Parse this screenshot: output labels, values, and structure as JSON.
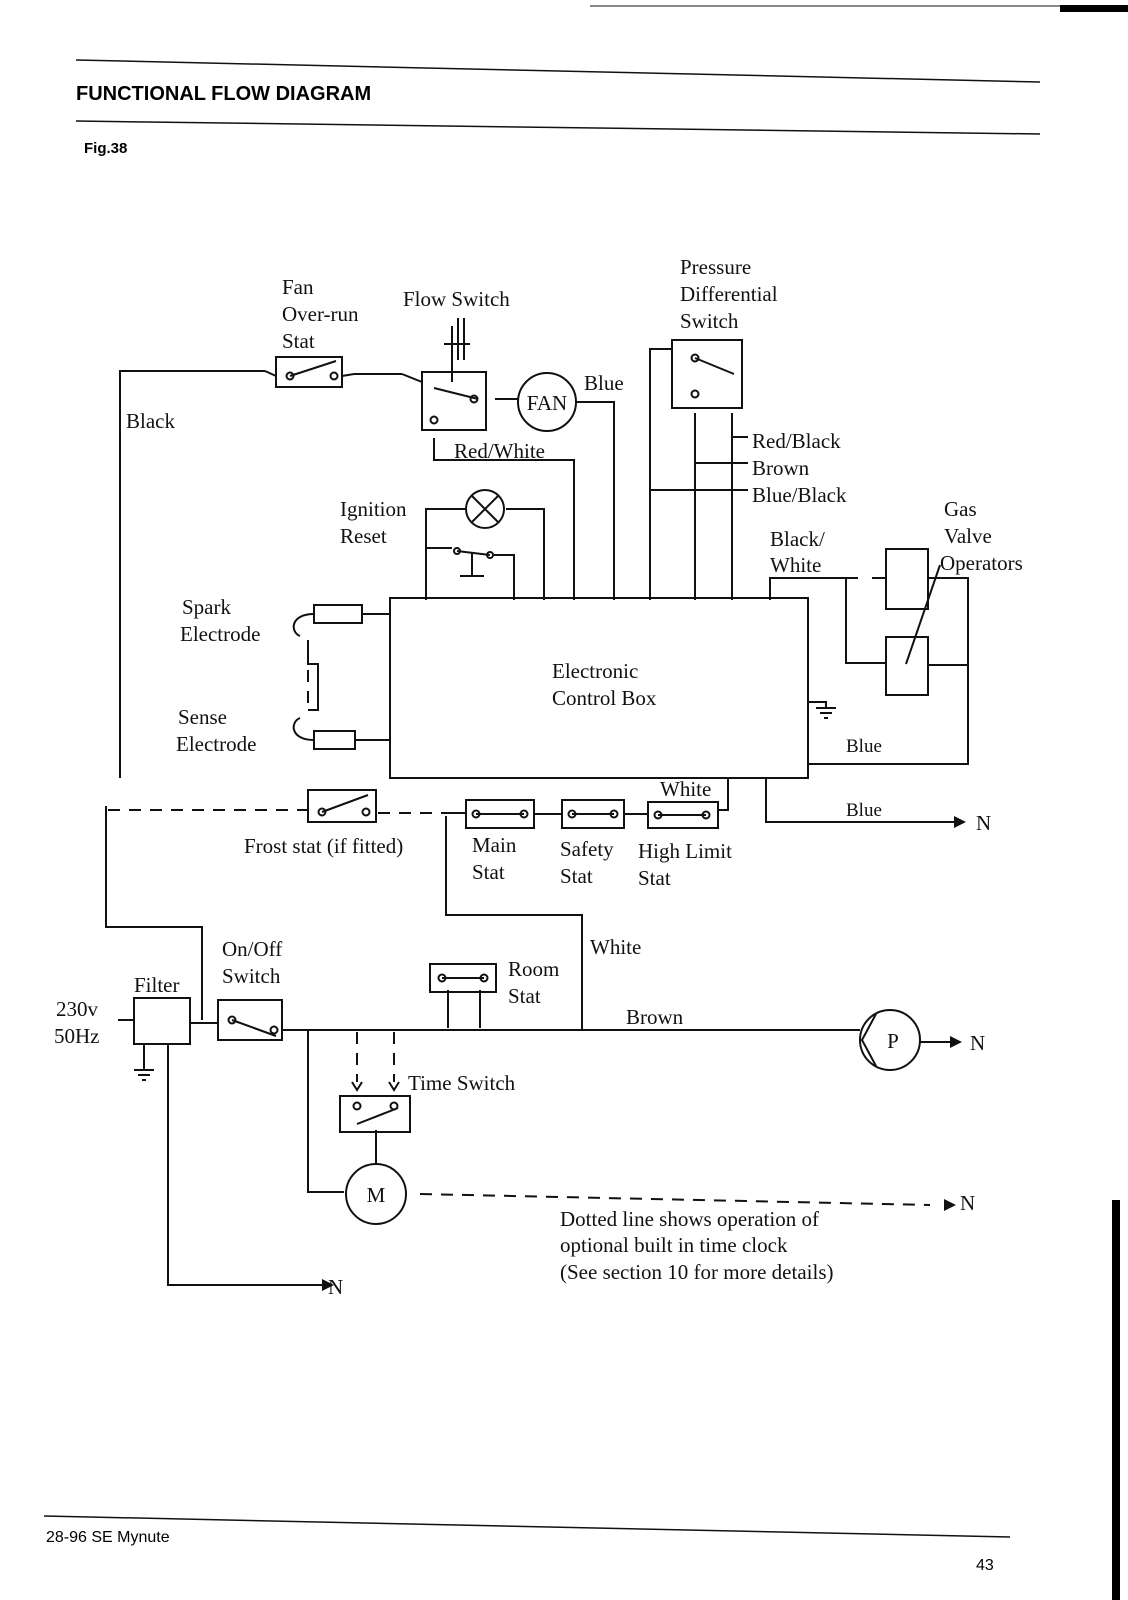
{
  "header": {
    "title": "FUNCTIONAL FLOW DIAGRAM",
    "figure": "Fig.38"
  },
  "labels": {
    "fan_overrun_stat": [
      "Fan",
      "Over-run",
      "Stat"
    ],
    "flow_switch": "Flow Switch",
    "pressure_switch": [
      "Pressure",
      "Differential",
      "Switch"
    ],
    "fan": "FAN",
    "blue_fan": "Blue",
    "black": "Black",
    "red_white": "Red/White",
    "red_black": "Red/Black",
    "brown_wire": "Brown",
    "blue_black": "Blue/Black",
    "ignition_reset": [
      "Ignition",
      "Reset"
    ],
    "black_white": [
      "Black/",
      "White"
    ],
    "gas_valve": [
      "Gas",
      "Valve",
      "Operators"
    ],
    "spark_electrode": [
      "Spark",
      "Electrode"
    ],
    "sense_electrode": [
      "Sense",
      "Electrode"
    ],
    "control_box": [
      "Electronic",
      "Control Box"
    ],
    "blue_gas": "Blue",
    "white_top": "White",
    "blue_n": "Blue",
    "frost_stat": "Frost stat (if fitted)",
    "main_stat": [
      "Main",
      "Stat"
    ],
    "safety_stat": [
      "Safety",
      "Stat"
    ],
    "high_limit_stat": [
      "High Limit",
      "Stat"
    ],
    "white_mid": "White",
    "on_off_switch": [
      "On/Off",
      "Switch"
    ],
    "filter": "Filter",
    "supply": [
      "230v",
      "50Hz"
    ],
    "room_stat": [
      "Room",
      "Stat"
    ],
    "brown_main": "Brown",
    "pump": "P",
    "time_switch": "Time Switch",
    "motor": "M",
    "neutral": "N",
    "note": [
      "Dotted line shows operation of",
      "optional built in time clock",
      "(See section 10 for more details)"
    ]
  },
  "footer": {
    "model": "28-96 SE Mynute",
    "page_number": "43"
  }
}
